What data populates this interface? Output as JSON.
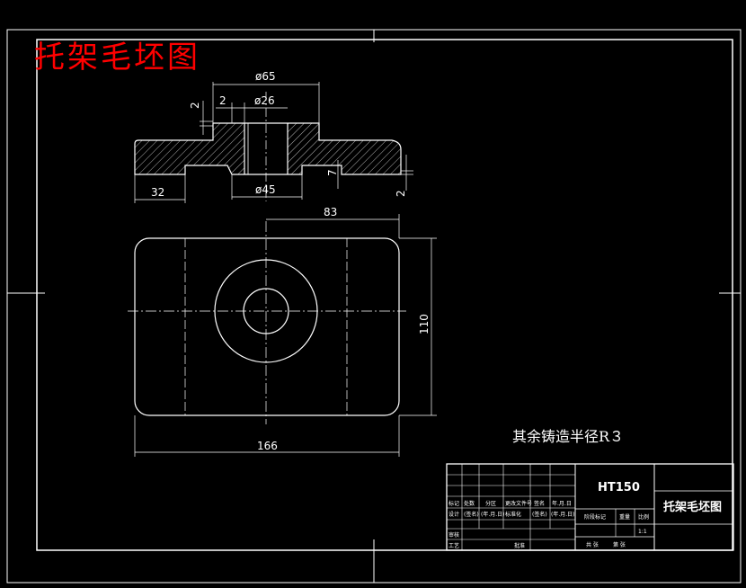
{
  "drawing": {
    "title": "托架毛坯图",
    "note": "其余铸造半径R３",
    "dimensions": {
      "d65": "ø65",
      "d26": "ø26",
      "d45": "ø45",
      "w2_top": "2",
      "h2_left": "2",
      "h2_right": "2",
      "h7": "7",
      "len32": "32",
      "len83": "83",
      "len110": "110",
      "len166": "166"
    }
  },
  "title_block": {
    "material": "HT150",
    "part_name": "托架毛坯图",
    "scale": "1:1",
    "rows": {
      "r1": [
        "标记",
        "处数",
        "分区",
        "更改文件号",
        "签名",
        "年.月.日"
      ],
      "r2": [
        "设计",
        "(签名)",
        "(年.月.日)",
        "标准化",
        "(签名)",
        "(年.月.日)"
      ],
      "r3": [
        "审核"
      ],
      "r4": [
        "工艺",
        "批准"
      ]
    },
    "right_cells": [
      "阶段标记",
      "重量",
      "比例",
      "共 张",
      "第 张"
    ]
  }
}
